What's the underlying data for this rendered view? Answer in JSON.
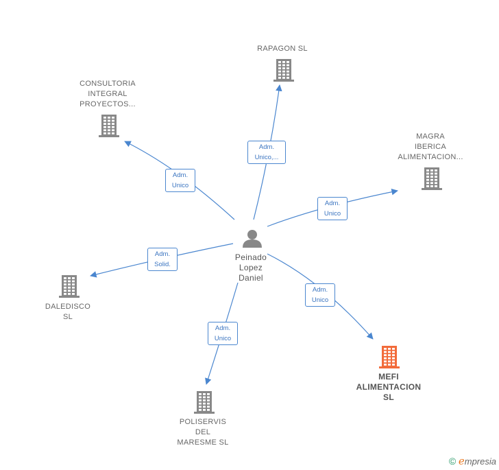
{
  "colors": {
    "edge": "#4a86cf",
    "company": "#888888",
    "target": "#f26b3a",
    "person": "#888888"
  },
  "person": {
    "label": "Peinado\nLopez\nDaniel",
    "icon": "person-icon"
  },
  "companies": [
    {
      "id": "rapagon",
      "label": "RAPAGON SL",
      "icon": "building-icon",
      "target": false
    },
    {
      "id": "consultoria",
      "label": "CONSULTORIA\nINTEGRAL\nPROYECTOS...",
      "icon": "building-icon",
      "target": false
    },
    {
      "id": "magra",
      "label": "MAGRA\nIBERICA\nALIMENTACION...",
      "icon": "building-icon",
      "target": false
    },
    {
      "id": "daledisco",
      "label": "DALEDISCO\nSL",
      "icon": "building-icon",
      "target": false
    },
    {
      "id": "poliservis",
      "label": "POLISERVIS\nDEL\nMARESME SL",
      "icon": "building-icon",
      "target": false
    },
    {
      "id": "mefi",
      "label": "MEFI\nALIMENTACION\nSL",
      "icon": "building-icon",
      "target": true
    }
  ],
  "edges": [
    {
      "to": "rapagon",
      "label": "Adm.\nUnico,..."
    },
    {
      "to": "consultoria",
      "label": "Adm.\nUnico"
    },
    {
      "to": "magra",
      "label": "Adm.\nUnico"
    },
    {
      "to": "daledisco",
      "label": "Adm.\nSolid."
    },
    {
      "to": "poliservis",
      "label": "Adm.\nUnico"
    },
    {
      "to": "mefi",
      "label": "Adm.\nUnico"
    }
  ],
  "brand": {
    "copyright": "©",
    "initial": "e",
    "name": "mpresia"
  }
}
